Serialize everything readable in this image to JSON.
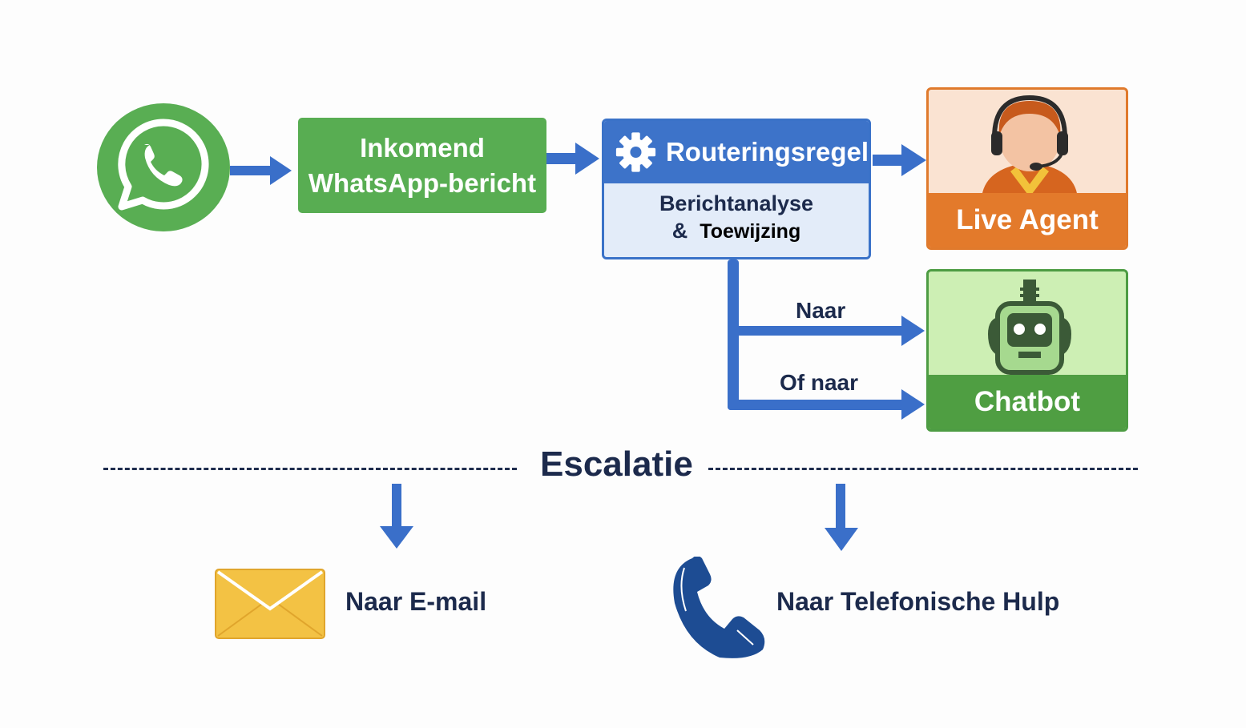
{
  "diagram": {
    "source": {
      "icon": "whatsapp-icon",
      "color": "#59ae53"
    },
    "incoming": {
      "line1": "Inkomend",
      "line2": "WhatsApp-bericht",
      "color": "#58ad52"
    },
    "routing": {
      "title": "Routeringsregel",
      "icon": "gear-icon",
      "body_line1": "Berichtanalyse",
      "body_amp": "&",
      "body_line2": "Toewijzing",
      "color": "#3d73c9"
    },
    "live_agent": {
      "label": "Live Agent",
      "icon": "agent-headset-icon",
      "color": "#e37a2b"
    },
    "chatbot": {
      "label": "Chatbot",
      "icon": "robot-icon",
      "color": "#4f9e42"
    },
    "branches": [
      {
        "label": "Naar"
      },
      {
        "label": "Of naar"
      }
    ],
    "escalation": {
      "title": "Escalatie",
      "targets": [
        {
          "label": "Naar E-mail",
          "icon": "envelope-icon"
        },
        {
          "label": "Naar Telefonische Hulp",
          "icon": "phone-icon"
        }
      ]
    },
    "arrow_color": "#3a6fc9"
  }
}
